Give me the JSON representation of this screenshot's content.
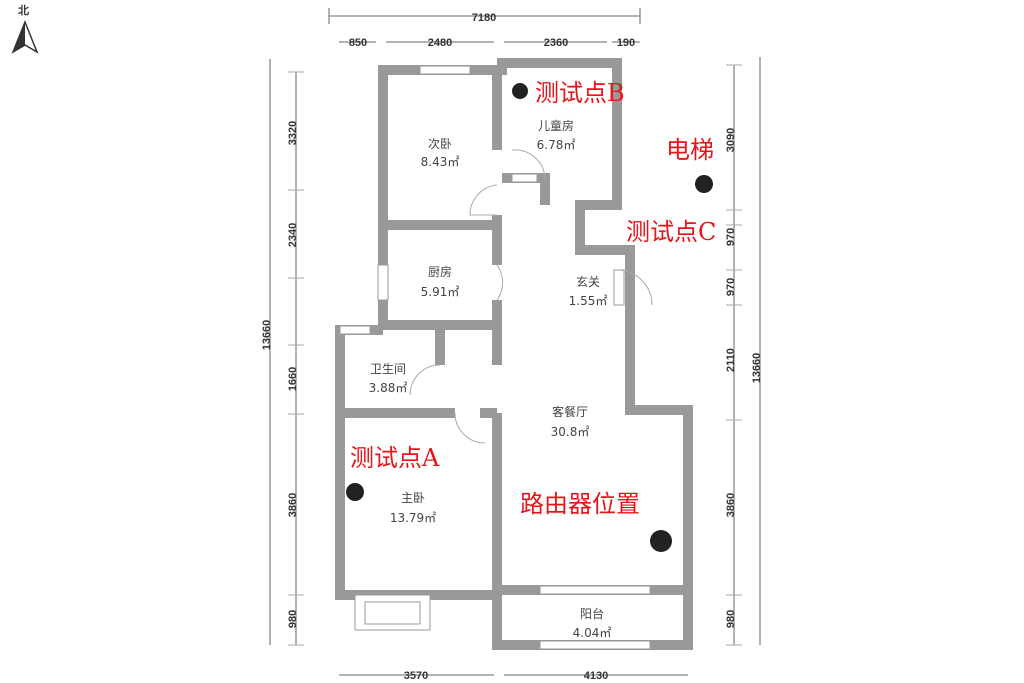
{
  "compass": {
    "label": "北"
  },
  "dimensions": {
    "top_total": "7180",
    "top_segments": [
      "850",
      "2480",
      "2360",
      "190"
    ],
    "left_total": "13660",
    "left_segments": [
      "3320",
      "2340",
      "1660",
      "3860",
      "980"
    ],
    "right_total": "13660",
    "right_segments": [
      "3090",
      "970",
      "970",
      "2110",
      "3860",
      "980"
    ],
    "bottom_segments": [
      "3570",
      "4130"
    ]
  },
  "rooms": [
    {
      "name": "次卧",
      "area": "8.43㎡"
    },
    {
      "name": "儿童房",
      "area": "6.78㎡"
    },
    {
      "name": "厨房",
      "area": "5.91㎡"
    },
    {
      "name": "玄关",
      "area": "1.55㎡"
    },
    {
      "name": "卫生间",
      "area": "3.88㎡"
    },
    {
      "name": "客餐厅",
      "area": "30.8㎡"
    },
    {
      "name": "主卧",
      "area": "13.79㎡"
    },
    {
      "name": "阳台",
      "area": "4.04㎡"
    }
  ],
  "annotations": {
    "point_a": "测试点A",
    "point_b": "测试点B",
    "point_c": "测试点C",
    "elevator": "电梯",
    "router": "路由器位置"
  },
  "colors": {
    "wall": "#999999",
    "annotation": "#e8141a",
    "marker": "#222222"
  }
}
